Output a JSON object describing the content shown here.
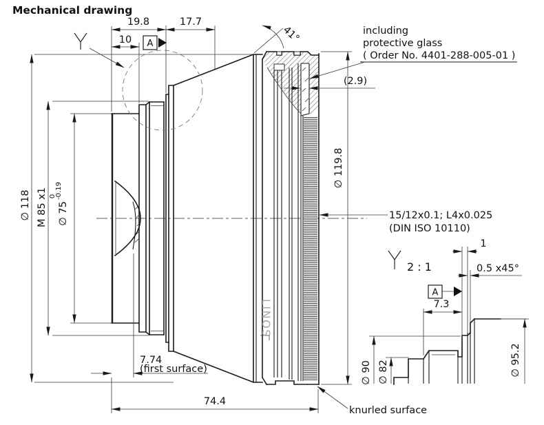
{
  "title": "Mechanical drawing",
  "brand": "LINOS",
  "datum_label": "A",
  "main_view": {
    "dims": {
      "len_198": "19.8",
      "len_177": "17.7",
      "len_10": "10",
      "angle_41": "41°",
      "dia_118": "∅ 118",
      "thread_m85": "M 85 x1",
      "dia_75": "∅ 75",
      "tol_upper": "0",
      "tol_lower": "-0.19",
      "dia_1198": "∅ 119.8",
      "glass_thickness": "(2.9)",
      "first_surface_dist": "7.74",
      "first_surface_note": "(first surface)",
      "total_length": "74.4"
    },
    "notes": {
      "glass_1": "including",
      "glass_2": "protective glass",
      "glass_3": "( Order No. 4401-288-005-01 )",
      "spec_1": "15/12x0.1; L4x0.025",
      "spec_2": "(DIN ISO 10110)",
      "knurled": "knurled surface"
    }
  },
  "detail_view": {
    "scale": "2 : 1",
    "dims": {
      "land_1": "1",
      "chamfer": "0.5 x45°",
      "len_73": "7.3",
      "dia_90": "∅ 90",
      "dia_82": "∅ 82",
      "dia_952": "∅ 95.2"
    }
  }
}
